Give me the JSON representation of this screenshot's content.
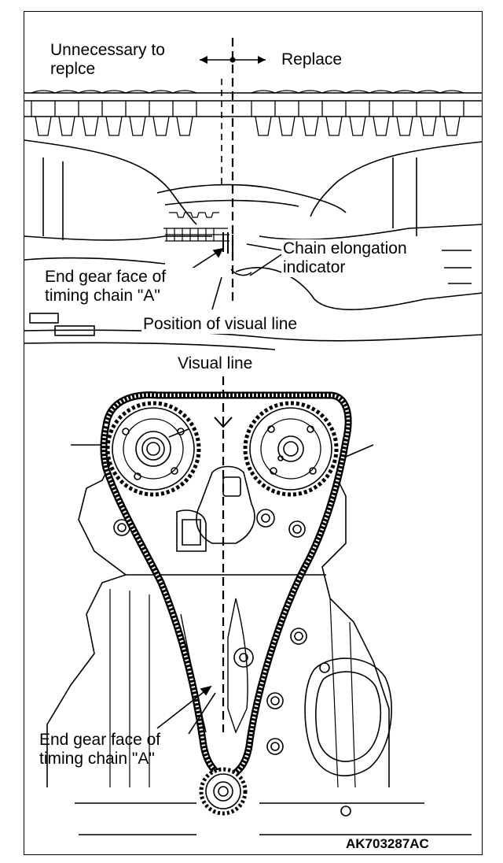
{
  "top_view": {
    "label_unnecessary_line1": "Unnecessary to",
    "label_unnecessary_line2": "replce",
    "label_replace": "Replace",
    "label_chain_elongation_line1": "Chain elongation",
    "label_chain_elongation_line2": "indicator",
    "label_end_gear_line1": "End gear face of",
    "label_end_gear_line2": "timing chain \"A\"",
    "label_position_visual_line": "Position of visual line"
  },
  "bottom_view": {
    "label_visual_line": "Visual line",
    "label_end_gear_line1": "End gear face of",
    "label_end_gear_line2": "timing chain \"A\""
  },
  "figure_code": "AK703287AC",
  "colors": {
    "ink": "#000000",
    "paper": "#ffffff"
  }
}
